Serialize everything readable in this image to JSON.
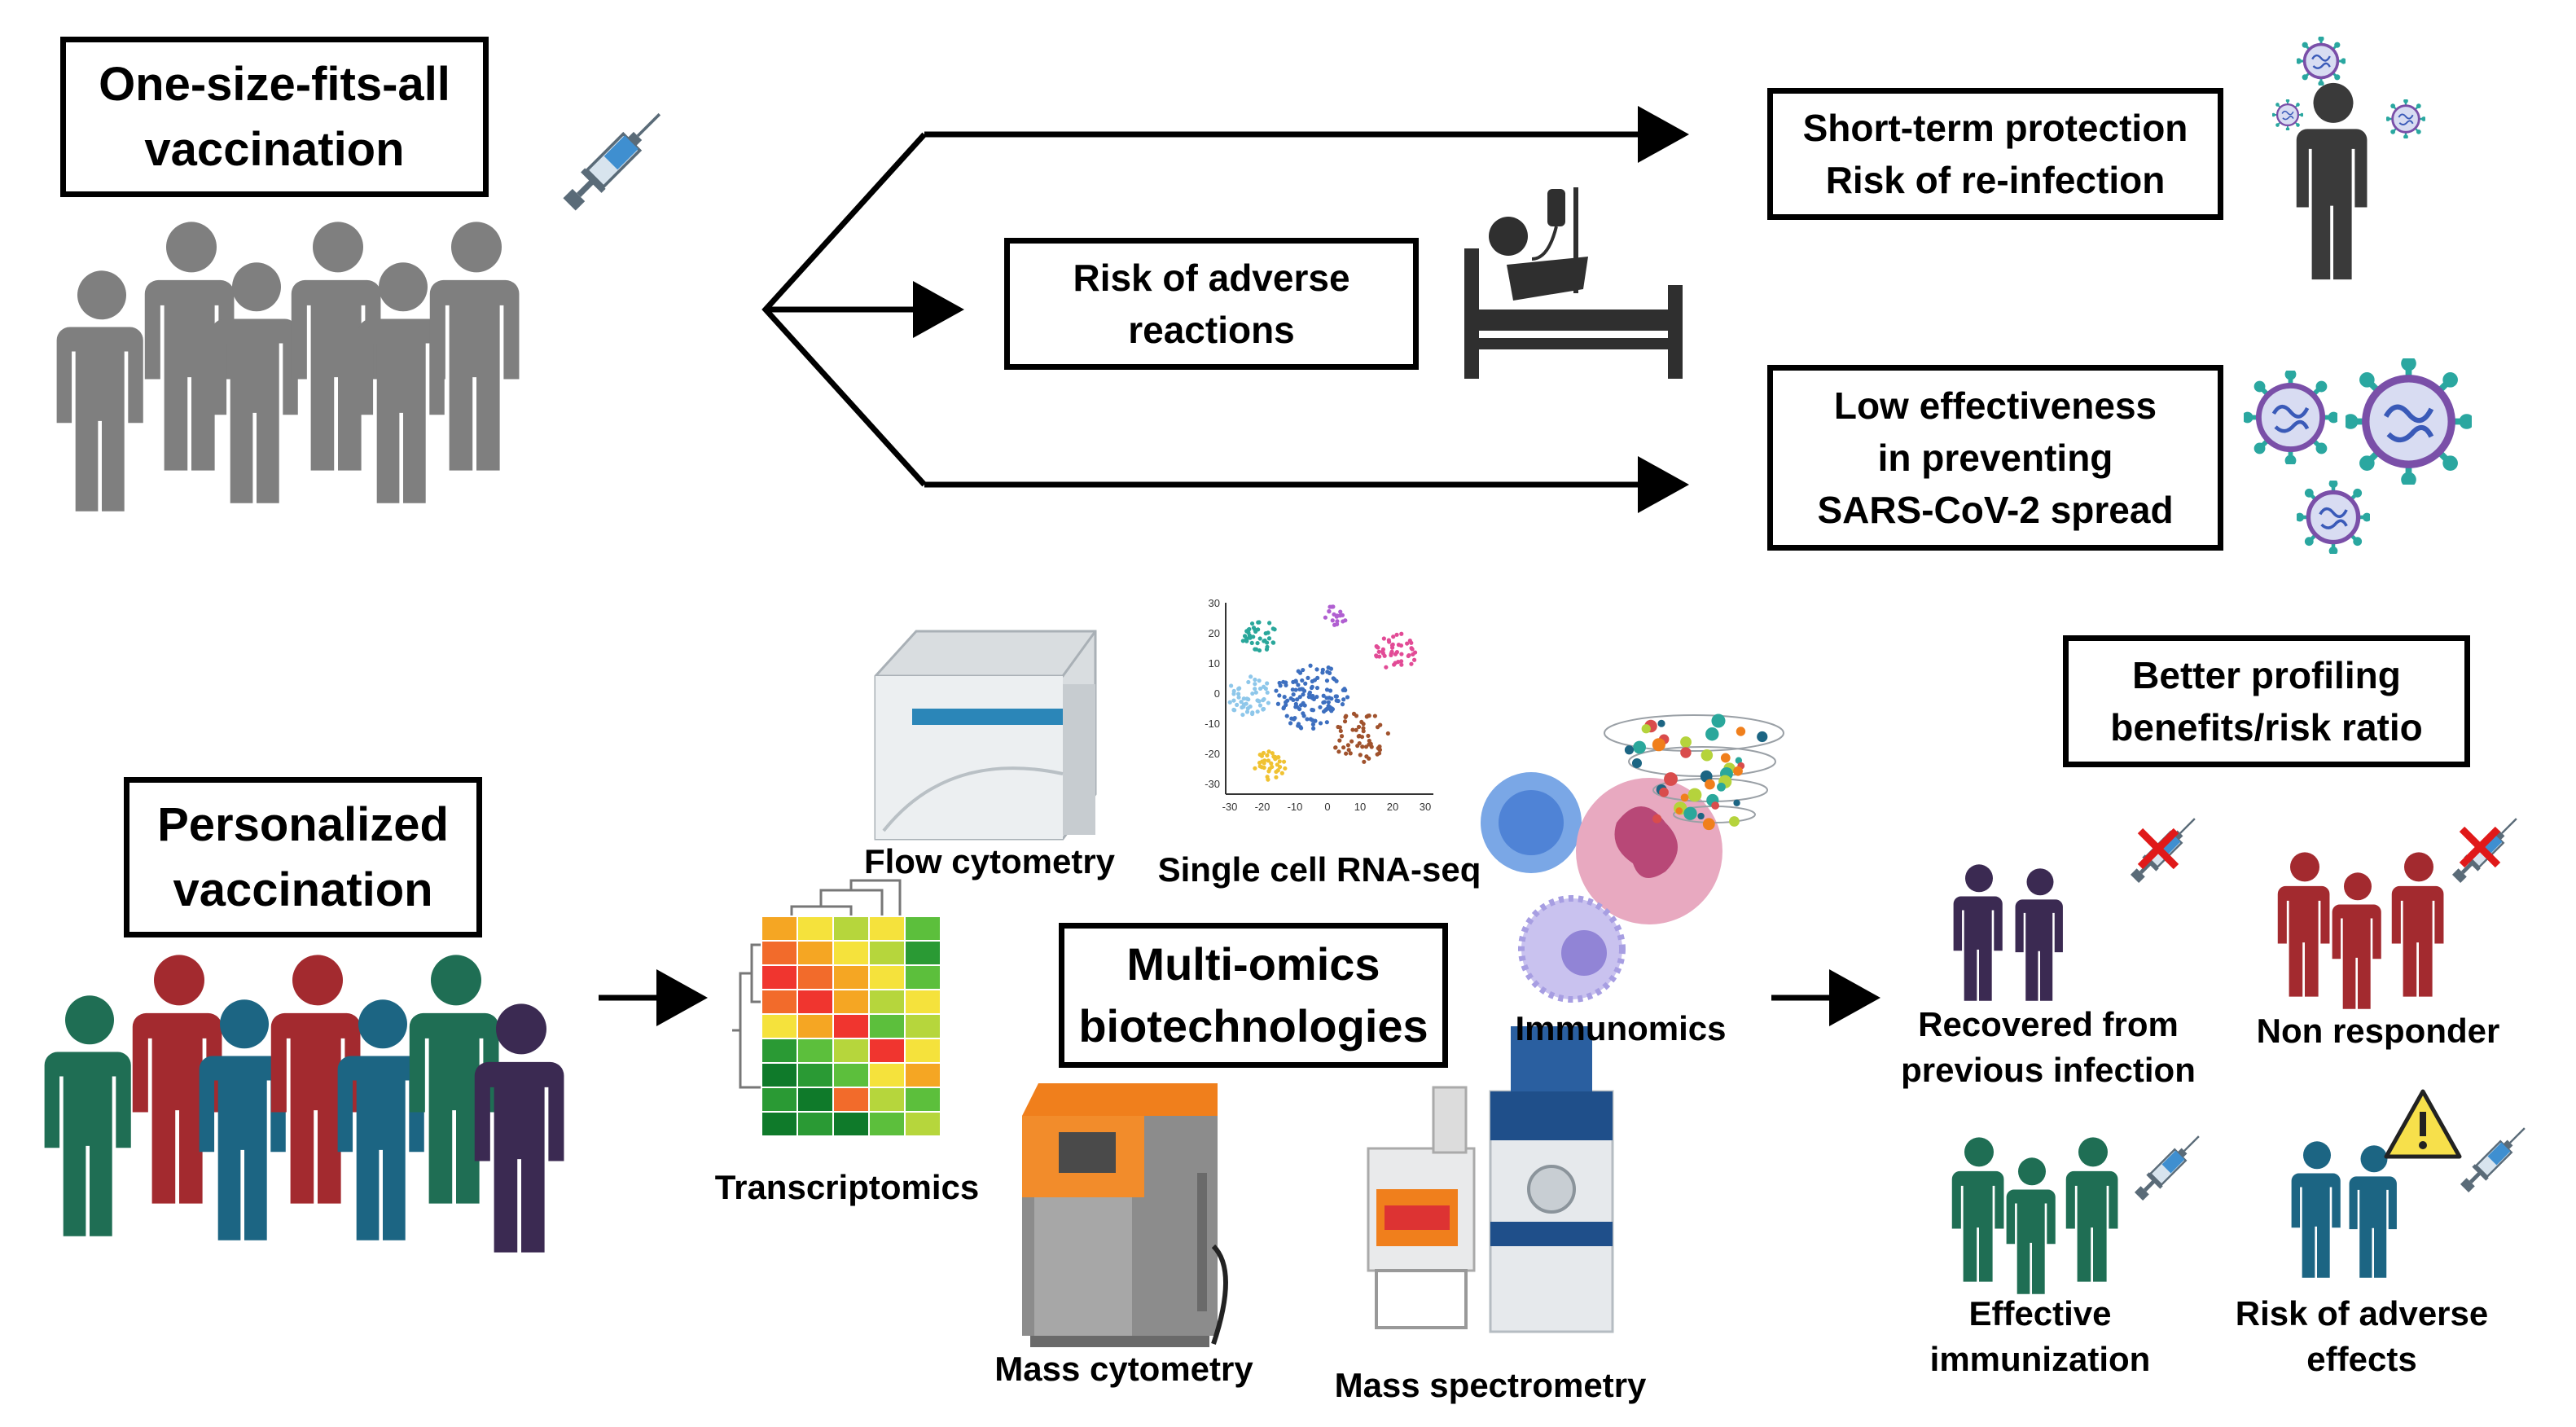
{
  "top": {
    "title": "One-size-fits-all\nvaccination",
    "outcomes": {
      "protection": "Short-term protection\nRisk of re-infection",
      "adverse": "Risk of adverse\nreactions",
      "effectiveness": "Low effectiveness\nin preventing\nSARS-CoV-2 spread"
    }
  },
  "bottom": {
    "title": "Personalized\nvaccination",
    "hub": "Multi-omics\nbiotechnologies",
    "technologies": {
      "flow": "Flow cytometry",
      "scrna": "Single cell RNA-seq",
      "transcriptomics": "Transcriptomics",
      "immunomics": "Immunomics",
      "mass_cytometry": "Mass cytometry",
      "mass_spec": "Mass spectrometry"
    },
    "profiling": "Better profiling\nbenefits/risk ratio",
    "groups": {
      "recovered": "Recovered from\nprevious infection",
      "non_responder": "Non responder",
      "effective": "Effective\nimmunization",
      "risk": "Risk of adverse\neffects"
    },
    "umap_ticks": {
      "y": [
        "30",
        "20",
        "10",
        "0",
        "-10",
        "-20",
        "-30"
      ],
      "x": [
        "-30",
        "-20",
        "-10",
        "0",
        "10",
        "20",
        "30"
      ]
    }
  },
  "colors": {
    "gray_people": "#7f7f7f",
    "green": "#1f6e54",
    "red": "#a32a2f",
    "teal": "#1c6583",
    "purple": "#3b2a52",
    "orange": "#f07f1c"
  },
  "icons": [
    "syringe-icon",
    "hospital-bed-icon",
    "virus-icon",
    "person-icon",
    "warning-icon",
    "cross-icon"
  ]
}
